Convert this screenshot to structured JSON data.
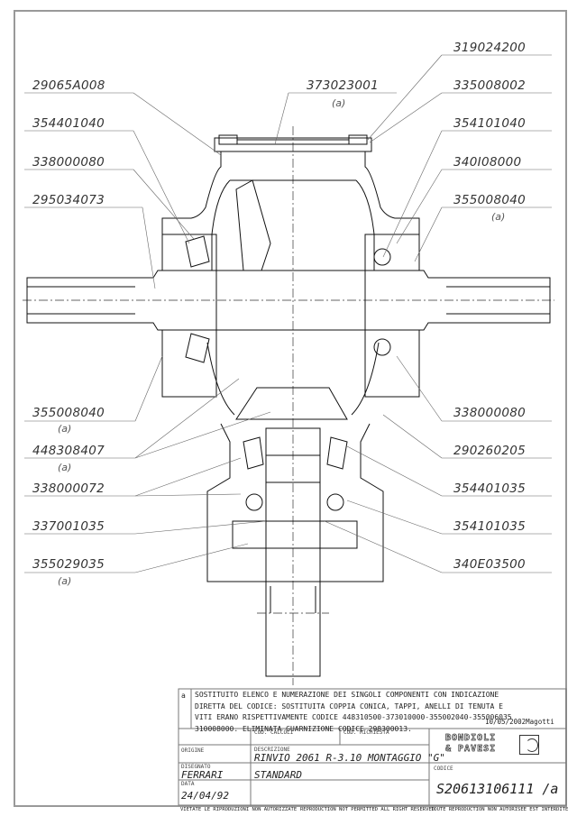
{
  "parts": {
    "left": [
      "29065A008",
      "354401040",
      "338000080",
      "295034073",
      "355008040",
      "448308407",
      "338000072",
      "337001035",
      "355029035"
    ],
    "right": [
      "319024200",
      "335008002",
      "354101040",
      "340I08000",
      "355008040",
      "338000080",
      "290260205",
      "354401035",
      "354101035",
      "340E03500"
    ],
    "center": "373023001",
    "rev_marker": "(a)"
  },
  "revision": {
    "letter": "a",
    "note_lines": [
      "SOSTITUITO ELENCO E NUMERAZIONE DEI SINGOLI COMPONENTI CON INDICAZIONE",
      "DIRETTA DEL CODICE: SOSTITUITA COPPIA CONICA, TAPPI, ANELLI DI TENUTA E",
      "VITI ERANO RISPETTIVAMENTE CODICE 448310500-373010000-355002040-355006035",
      "310008000. ELIMINATA GUARNIZIONE CODICE 298300013."
    ],
    "date_author": "10/05/2002Magotti"
  },
  "title_block": {
    "cod_calcoli_label": "COD. CALCOLI",
    "cod_richiesta_label": "COD. RICHIESTA",
    "origine_label": "ORIGINE",
    "descrizione_label": "DESCRIZIONE",
    "descrizione": "RINVIO 2061 R-3.10 MONTAGGIO \"G\"",
    "disegnato_label": "DISEGNATO",
    "disegnato": "FERRARI",
    "tipo": "STANDARD",
    "data_label": "DATA",
    "data": "24/04/92",
    "codice_label": "CODICE",
    "codice": "S20613106111 /a",
    "logo_line1": "BONDIOLI",
    "logo_line2": "& PAVESI"
  },
  "footer": [
    "VIETATE LE RIPRODUZIONI NON AUTORIZZATE",
    "REPRODUCTION NOT PERMITTED ALL RIGHT RESERVED",
    "TOUTE REPRODUCTION NON AUTORISEE EST INTERDITE"
  ]
}
